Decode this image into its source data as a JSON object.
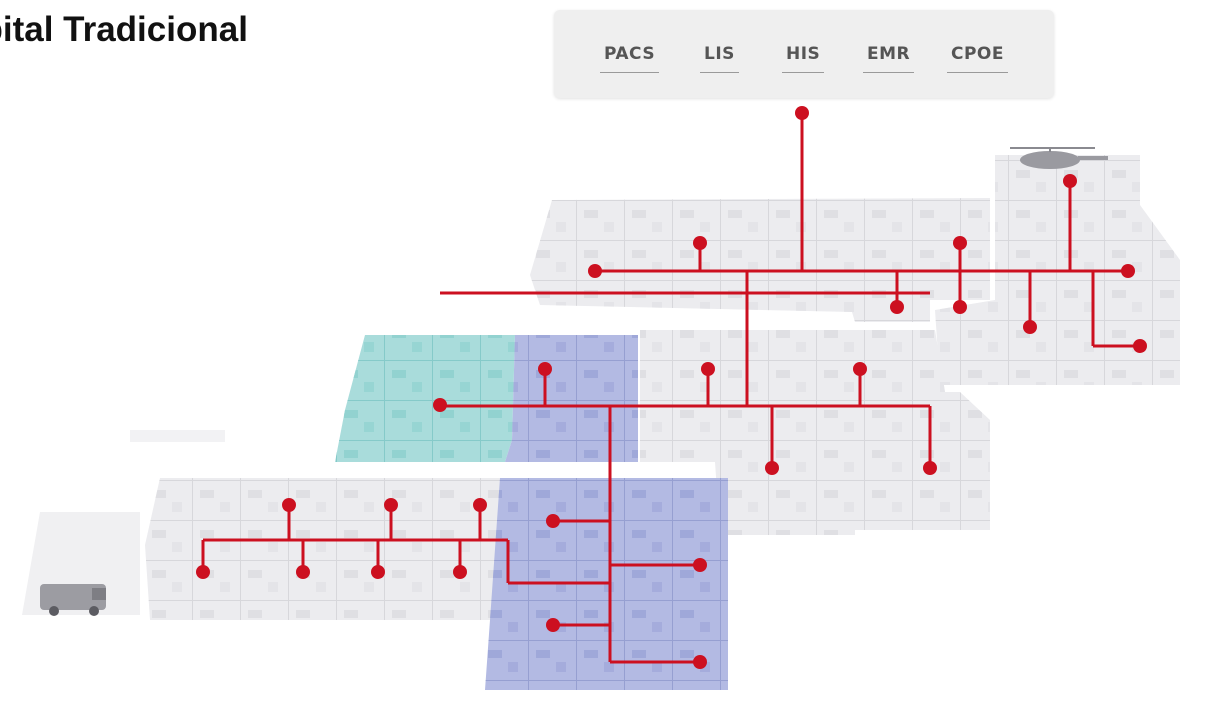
{
  "title": "spital Tradicional",
  "systems": [
    "PACS",
    "LIS",
    "HIS",
    "EMR",
    "CPOE"
  ],
  "colors": {
    "network": "#cc1020",
    "floor": "#ececef",
    "wall": "#d6d6da",
    "radiology_zone": "#a9b1df",
    "lab_zone": "#9fd9d7",
    "system_bar": "#efefef"
  },
  "icons": [
    "helicopter-icon",
    "ambulance-icon"
  ],
  "zones": [
    "floor-wing",
    "lab-zone",
    "radiology-zone",
    "helipad",
    "ambulance-bay"
  ]
}
